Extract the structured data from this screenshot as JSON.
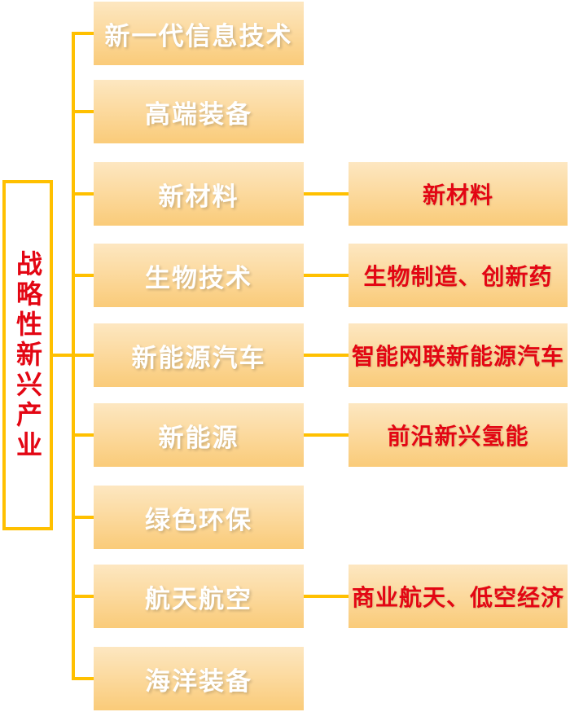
{
  "root": {
    "label": "战略性新兴产业"
  },
  "industries": [
    {
      "label": "新一代信息技术",
      "focus": null
    },
    {
      "label": "高端装备",
      "focus": null
    },
    {
      "label": "新材料",
      "focus": "新材料"
    },
    {
      "label": "生物技术",
      "focus": "生物制造、创新药"
    },
    {
      "label": "新能源汽车",
      "focus": "智能网联新能源汽车"
    },
    {
      "label": "新能源",
      "focus": "前沿新兴氢能"
    },
    {
      "label": "绿色环保",
      "focus": null
    },
    {
      "label": "航天航空",
      "focus": "商业航天、低空经济"
    },
    {
      "label": "海洋装备",
      "focus": null
    }
  ],
  "colors": {
    "connector_gold": "#FFC000",
    "text_red": "#E30613",
    "node_gradient_top": "#FDE7C1",
    "node_gradient_bottom": "#FACB79",
    "mid_text": "#FFFFFF",
    "root_bg": "#FFFFFF"
  }
}
